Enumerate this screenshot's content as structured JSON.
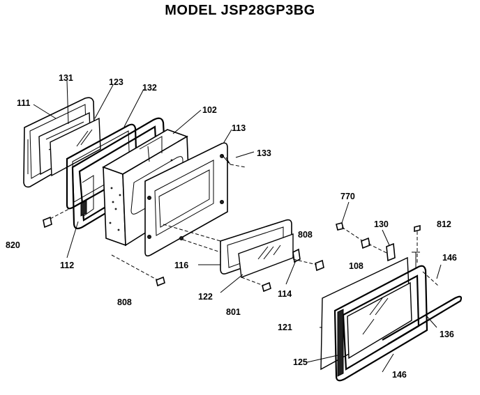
{
  "title": "MODEL JSP28GP3BG",
  "labels": {
    "p111": "111",
    "p131": "131",
    "p123": "123",
    "p132": "132",
    "p102": "102",
    "p113": "113",
    "p133": "133",
    "p820": "820",
    "p112": "112",
    "p116": "116",
    "p122": "122",
    "p801": "801",
    "p114": "114",
    "p808a": "808",
    "p808b": "808",
    "p770": "770",
    "p130": "130",
    "p812": "812",
    "p108": "108",
    "p146a": "146",
    "p121": "121",
    "p136": "136",
    "p125": "125",
    "p146b": "146"
  }
}
